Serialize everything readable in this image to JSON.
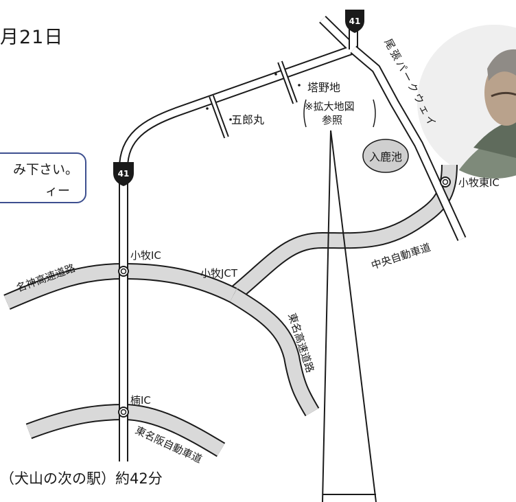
{
  "header": {
    "date_text": "月21日"
  },
  "callout": {
    "line1": "み下さい。",
    "line2": "ィー"
  },
  "footer": {
    "travel_text": "（犬山の次の駅）約42分"
  },
  "map": {
    "route_marker": "41",
    "pond": "入鹿池",
    "places": {
      "goroumaru": "五郎丸",
      "tounochi": "塔野地",
      "enlarged_note": "※拡大地図",
      "enlarged_note2": "参照",
      "parkway": "尾張パークウェイ"
    },
    "interchanges": {
      "komaki_ic": "小牧IC",
      "komaki_jct": "小牧JCT",
      "komaki_east_ic": "小牧東IC",
      "kusunoki_ic": "楠IC"
    },
    "expressways": {
      "meishin": "名神高速道路",
      "tomei": "東名高速道路",
      "chuo": "中央自動車道",
      "tomei_hanshin": "東名阪自動車道"
    }
  },
  "colors": {
    "road_fill": "#d9d9d9",
    "road_edge": "#1a1a1a",
    "callout_border": "#3d4f8f",
    "pond_fill": "#cfcfcf"
  }
}
